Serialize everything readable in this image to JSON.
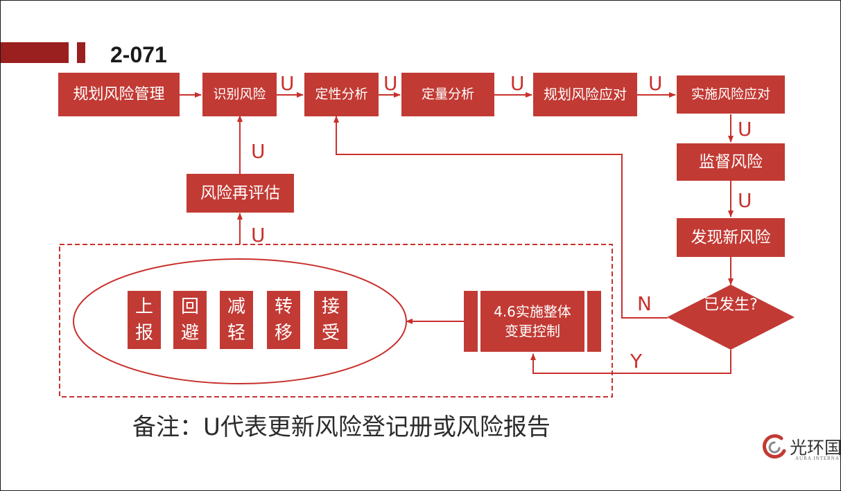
{
  "page_number": "2-071",
  "top_row": {
    "plan_risk_management": "规划风险管理",
    "identify_risks": "识别风险",
    "qualitative_analysis": "定性分析",
    "quantitative_analysis": "定量分析",
    "plan_risk_responses": "规划风险应对",
    "implement_risk_responses": "实施风险应对"
  },
  "right_column": {
    "monitor_risks": "监督风险",
    "discover_new_risk": "发现新风险",
    "occurred": "已发生?"
  },
  "reassess": "风险再评估",
  "change_control": "4.6实施整体变更控制",
  "responses": [
    {
      "top": "上",
      "bottom": "报"
    },
    {
      "top": "回",
      "bottom": "避"
    },
    {
      "top": "减",
      "bottom": "轻"
    },
    {
      "top": "转",
      "bottom": "移"
    },
    {
      "top": "接",
      "bottom": "受"
    }
  ],
  "labels": {
    "update": "U",
    "no": "N",
    "yes": "Y"
  },
  "note": "备注：U代表更新风险登记册或风险报告",
  "logo": {
    "name": "光环国",
    "sub": "AURA INTERNATI"
  },
  "colors": {
    "accent": "#c23a34",
    "dark_accent": "#8b1a1a",
    "line": "#c8302c"
  }
}
